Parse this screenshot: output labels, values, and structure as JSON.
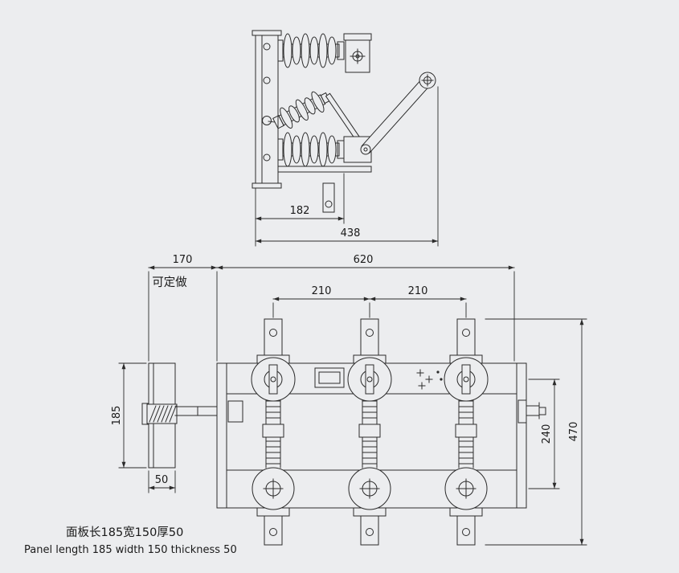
{
  "colors": {
    "background": "#ecedef",
    "line": "#2b2b2b",
    "text": "#1a1a1a"
  },
  "dims": {
    "top": {
      "d182": "182",
      "d438": "438"
    },
    "front": {
      "d170": "170",
      "custom": "可定做",
      "d620": "620",
      "d210_left": "210",
      "d210_right": "210",
      "d185": "185",
      "d50": "50",
      "d240": "240",
      "d470": "470"
    }
  },
  "notes": {
    "cn": "面板长185宽150厚50",
    "en": "Panel length 185 width 150 thickness 50"
  }
}
